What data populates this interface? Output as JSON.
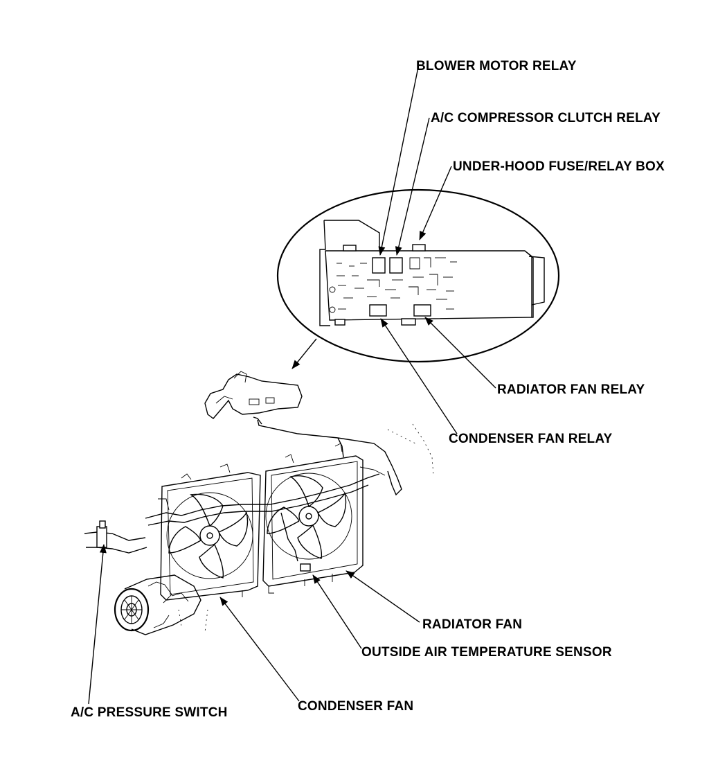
{
  "labels": {
    "blower_motor_relay": "BLOWER MOTOR RELAY",
    "ac_compressor_clutch_relay": "A/C COMPRESSOR CLUTCH RELAY",
    "under_hood_fuse_relay_box": "UNDER-HOOD FUSE/RELAY BOX",
    "radiator_fan_relay": "RADIATOR FAN RELAY",
    "condenser_fan_relay": "CONDENSER FAN RELAY",
    "radiator_fan": "RADIATOR FAN",
    "outside_air_temperature_sensor": "OUTSIDE AIR TEMPERATURE SENSOR",
    "ac_pressure_switch": "A/C PRESSURE SWITCH",
    "condenser_fan": "CONDENSER FAN"
  }
}
